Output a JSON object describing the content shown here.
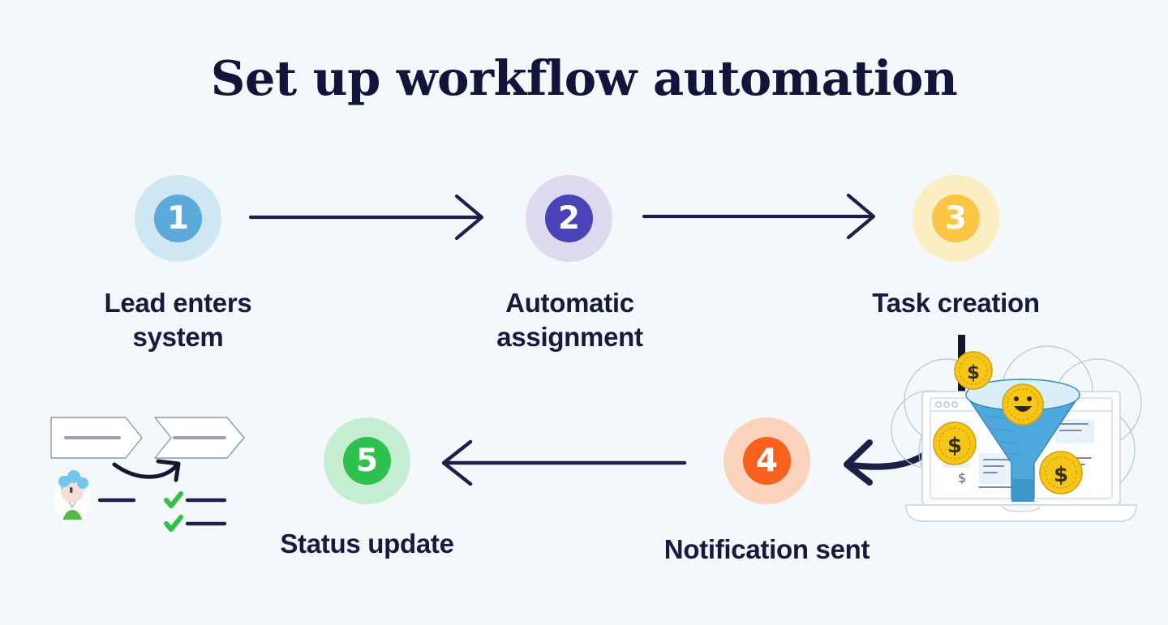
{
  "page": {
    "title": "Set up workflow automation",
    "background_color": "#f4f8fb",
    "title_color": "#111539",
    "label_color": "#161a3c",
    "arrow_color": "#1b2046"
  },
  "steps": [
    {
      "number": "1",
      "label": "Lead enters\nsystem",
      "halo_color": "#cfe6f3",
      "disc_color": "#5aa9d8",
      "name": "step-lead-enters-system"
    },
    {
      "number": "2",
      "label": "Automatic\nassignment",
      "halo_color": "#ddd9ef",
      "disc_color": "#4a43b8",
      "name": "step-automatic-assignment"
    },
    {
      "number": "3",
      "label": "Task creation",
      "halo_color": "#fbeec3",
      "disc_color": "#fbc545",
      "name": "step-task-creation"
    },
    {
      "number": "4",
      "label": "Notification sent",
      "halo_color": "#fbd3bd",
      "disc_color": "#f8601d",
      "name": "step-notification-sent"
    },
    {
      "number": "5",
      "label": "Status update",
      "halo_color": "#c5edd1",
      "disc_color": "#2fc14f",
      "name": "step-status-update"
    }
  ],
  "connectors": [
    {
      "name": "arrow-step1-to-step2",
      "direction": "right"
    },
    {
      "name": "arrow-step2-to-step3",
      "direction": "right"
    },
    {
      "name": "arrow-step4-to-step5",
      "direction": "left"
    },
    {
      "name": "arrow-illustration-to-step4",
      "direction": "left-curved"
    }
  ],
  "illustrations": {
    "left": {
      "name": "workflow-approval-illustration",
      "checkmark_color": "#34bf49",
      "avatar_hair_color": "#74c7e8",
      "chevron_stroke": "#7a8496"
    },
    "right": {
      "name": "sales-funnel-laptop-illustration",
      "funnel_color": "#4fa8dc",
      "funnel_top_color": "#d9eef8",
      "coin_color": "#f5c518",
      "coin_symbol": "$",
      "laptop_stroke": "#c7d3e2"
    }
  }
}
